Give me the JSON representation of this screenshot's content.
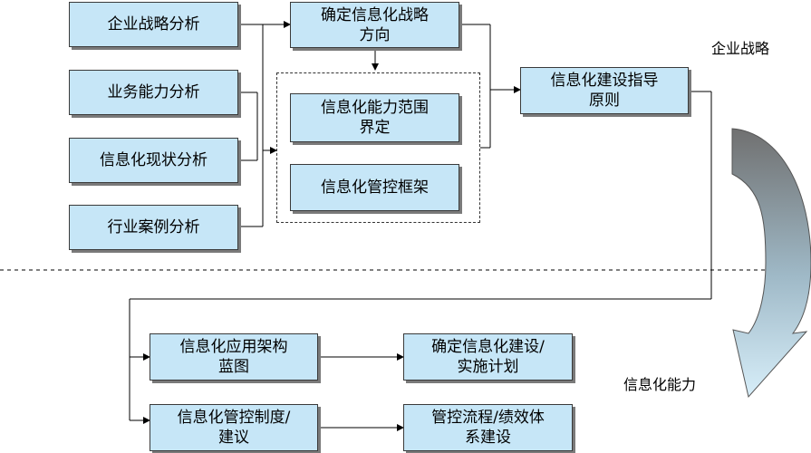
{
  "colors": {
    "box_fill": "#c6e6f7",
    "box_border": "#3a3a3a",
    "arrow_gradient_dark": "#707070",
    "arrow_gradient_light": "#d7eef9"
  },
  "labels": {
    "strategy": "企业战略",
    "capability": "信息化能力"
  },
  "inputs": [
    "企业战略分析",
    "业务能力分析",
    "信息化现状分析",
    "行业案例分析"
  ],
  "middle": {
    "direction": [
      "确定信息化战略",
      "方向"
    ],
    "scope": [
      "信息化能力范围",
      "界定"
    ],
    "framework": "信息化管控框架"
  },
  "principles": [
    "信息化建设指导",
    "原则"
  ],
  "outputs": {
    "architecture": [
      "信息化应用架构",
      "蓝图"
    ],
    "plan": [
      "确定信息化建设/",
      "实施计划"
    ],
    "system": [
      "信息化管控制度/",
      "建议"
    ],
    "process": [
      "管控流程/绩效体",
      "系建设"
    ]
  }
}
